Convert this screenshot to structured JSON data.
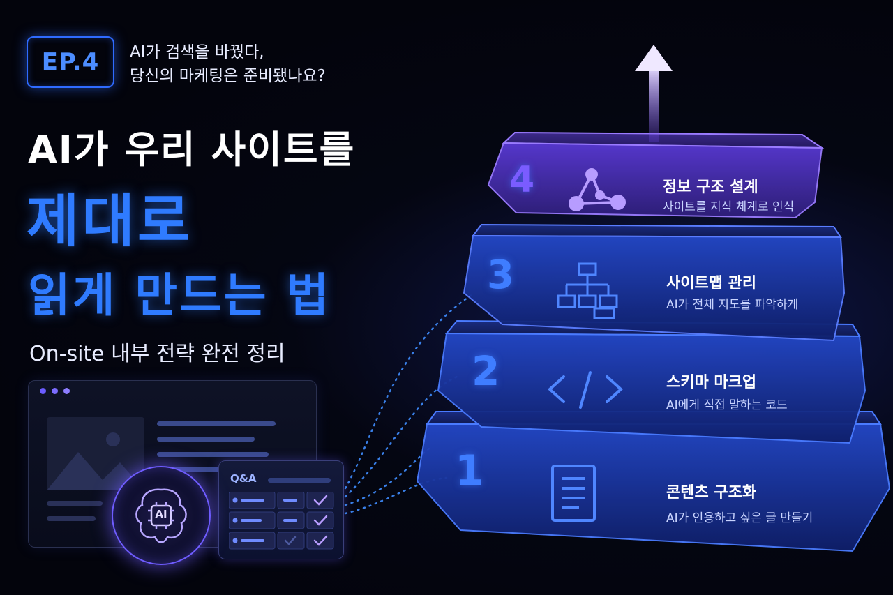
{
  "badge": {
    "label": "EP.4"
  },
  "episode_tagline": {
    "line1": "AI가 검색을 바꿨다,",
    "line2": "당신의 마케팅은 준비됐나요?"
  },
  "headline": {
    "line1": "AI가 우리 사이트를",
    "line2": "제대로",
    "line3": "읽게 만드는 법"
  },
  "subheadline": "On-site 내부 전략 완전 정리",
  "qa_card": {
    "title": "Q&A"
  },
  "ai_badge": {
    "label": "AI"
  },
  "layers": [
    {
      "number": "4",
      "title": "정보 구조 설계",
      "desc": "사이트를 지식 체계로 인식",
      "icon": "graph-nodes-icon"
    },
    {
      "number": "3",
      "title": "사이트맵 관리",
      "desc": "AI가 전체 지도를 파악하게",
      "icon": "sitemap-icon"
    },
    {
      "number": "2",
      "title": "스키마 마크업",
      "desc": "AI에게 직접 말하는 코드",
      "icon": "code-icon"
    },
    {
      "number": "1",
      "title": "콘텐츠 구조화",
      "desc": "AI가 인용하고 싶은 글 만들기",
      "icon": "document-icon"
    }
  ],
  "colors": {
    "accent_blue": "#2f7bff",
    "accent_purple": "#7a4dff",
    "background": "#03040c"
  }
}
